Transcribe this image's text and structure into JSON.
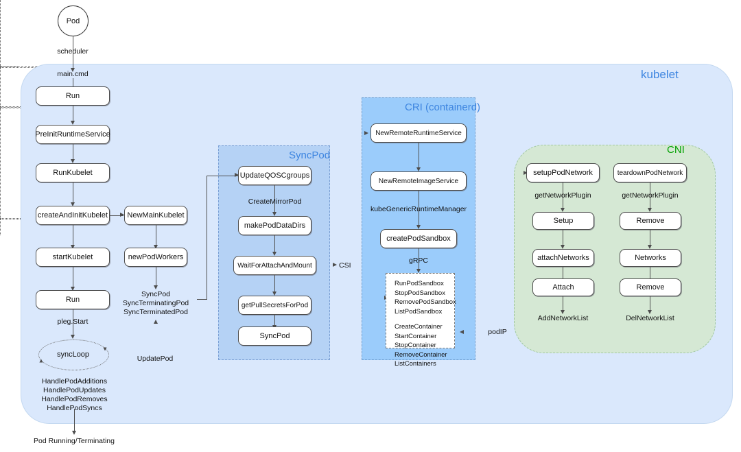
{
  "diagram": {
    "title": "Kubelet Pod lifecycle flow",
    "colors": {
      "kubelet_fill": "#dae8fc",
      "syncpod_fill": "#b5d2f5",
      "cri_fill": "#9bccfb",
      "cni_fill": "#d5e8d4",
      "blue_label": "#3d85e0",
      "green_label": "#00a000",
      "node_fill": "#ffffff",
      "node_stroke": "#4d4d4d"
    }
  },
  "groups": {
    "kubelet": {
      "label": "kubelet"
    },
    "syncpod": {
      "label": "SyncPod"
    },
    "cri": {
      "label": "CRI (containerd)"
    },
    "cni": {
      "label": "CNI"
    }
  },
  "entry": {
    "pod": "Pod",
    "scheduler": "scheduler",
    "main_cmd": "main.cmd"
  },
  "kubelet_column": {
    "run_top": "Run",
    "pre_init_runtime_service": "PreInitRuntimeService",
    "run_kubelet": "RunKubelet",
    "create_and_init_kubelet": "createAndInitKubelet",
    "start_kubelet": "startKubelet",
    "run_bottom": "Run",
    "pleg_start": "pleg.Start",
    "sync_loop": "syncLoop",
    "handlers": "HandlePodAdditions\nHandlePodUpdates\nHandlePodRemoves\nHandlePodSyncs",
    "pod_running_terminating": "Pod Running/Terminating"
  },
  "worker_column": {
    "new_main_kubelet": "NewMainKubelet",
    "new_pod_workers": "newPodWorkers",
    "sync_methods": "SyncPod\nSyncTerminatingPod\nSyncTerminatedPod",
    "update_pod": "UpdatePod"
  },
  "syncpod_group": {
    "update_qos_cgroups": "UpdateQOSCgroups",
    "create_mirror_pod": "CreateMirrorPod",
    "make_pod_data_dirs": "makePodDataDirs",
    "wait_for_attach_and_mount": "WaitForAttachAndMount",
    "get_pull_secrets_for_pod": "getPullSecretsForPod",
    "sync_pod": "SyncPod",
    "csi": "CSI"
  },
  "cri_group": {
    "new_remote_runtime_service": "NewRemoteRuntimeService",
    "new_remote_image_service": "NewRemoteImageService",
    "kube_generic_runtime_manager": "kubeGenericRuntimeManager",
    "create_pod_sandbox": "createPodSandbox",
    "grpc": "gRPC",
    "api_sandbox": "RunPodSandbox\nStopPodSandbox\nRemovePodSandbox\nListPodSandbox",
    "api_container": "CreateContainer\nStartContainer\nStopContainer\nRemoveContainer\nListContainers",
    "pod_ip": "podIP"
  },
  "cni_group": {
    "setup": {
      "setup_pod_network": "setupPodNetwork",
      "get_network_plugin": "getNetworkPlugin",
      "setup": "Setup",
      "attach_networks": "attachNetworks",
      "attach": "Attach",
      "add_network_list": "AddNetworkList"
    },
    "teardown": {
      "teardown_pod_network": "teardownPodNetwork",
      "get_network_plugin": "getNetworkPlugin",
      "remove_top": "Remove",
      "networks": "Networks",
      "remove_bottom": "Remove",
      "del_network_list": "DelNetworkList"
    }
  }
}
